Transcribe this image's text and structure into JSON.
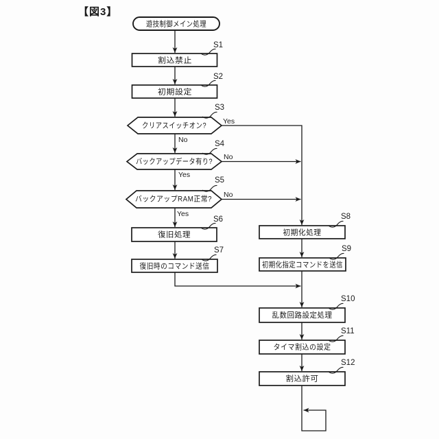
{
  "figure": {
    "title": "【図3】",
    "background": "#fdfdfd",
    "line_color": "#1a1a1a"
  },
  "flowchart": {
    "start": {
      "label": "遊技制御メイン処理"
    },
    "steps": [
      {
        "id": "S1",
        "label": "割込禁止",
        "type": "process"
      },
      {
        "id": "S2",
        "label": "初期設定",
        "type": "process"
      },
      {
        "id": "S3",
        "label": "クリアスイッチオン?",
        "type": "decision"
      },
      {
        "id": "S4",
        "label": "バックアップデータ有り?",
        "type": "decision"
      },
      {
        "id": "S5",
        "label": "バックアップRAM正常?",
        "type": "decision"
      },
      {
        "id": "S6",
        "label": "復旧処理",
        "type": "process"
      },
      {
        "id": "S7",
        "label": "復旧時のコマンド送信",
        "type": "process"
      },
      {
        "id": "S8",
        "label": "初期化処理",
        "type": "process"
      },
      {
        "id": "S9",
        "label": "初期化指定コマンドを送信",
        "type": "process"
      },
      {
        "id": "S10",
        "label": "乱数回路設定処理",
        "type": "process"
      },
      {
        "id": "S11",
        "label": "タイマ割込の設定",
        "type": "process"
      },
      {
        "id": "S12",
        "label": "割込許可",
        "type": "process"
      }
    ],
    "branch_labels": {
      "s3_yes": "Yes",
      "s3_no": "No",
      "s4_no": "No",
      "s4_yes": "Yes",
      "s5_no": "No",
      "s5_yes": "Yes"
    }
  }
}
